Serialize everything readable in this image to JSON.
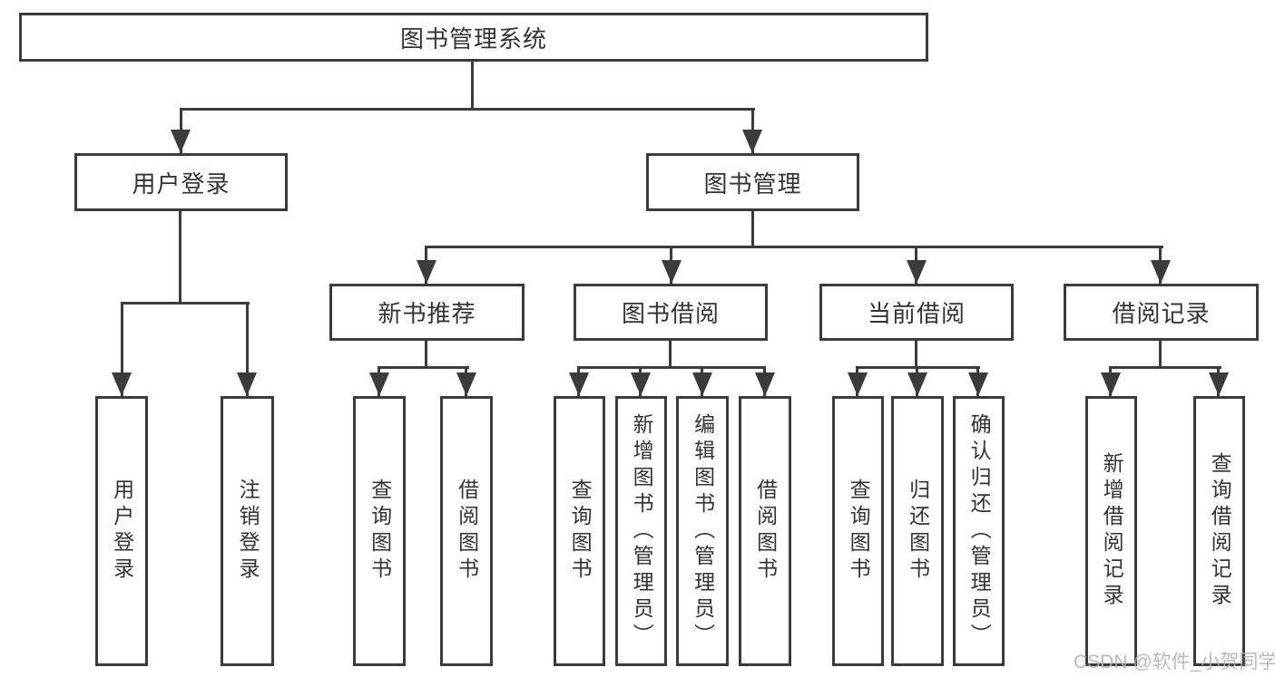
{
  "tree": {
    "root": {
      "label": "图书管理系统"
    },
    "user_login": {
      "label": "用户登录",
      "children": [
        {
          "label": "用户登录"
        },
        {
          "label": "注销登录"
        }
      ]
    },
    "book_mgmt": {
      "label": "图书管理",
      "children": [
        {
          "label": "新书推荐",
          "children": [
            {
              "label": "查询图书"
            },
            {
              "label": "借阅图书"
            }
          ]
        },
        {
          "label": "图书借阅",
          "children": [
            {
              "label": "查询图书"
            },
            {
              "label": "新增图书（管理员）"
            },
            {
              "label": "编辑图书（管理员）"
            },
            {
              "label": "借阅图书"
            }
          ]
        },
        {
          "label": "当前借阅",
          "children": [
            {
              "label": "查询图书"
            },
            {
              "label": "归还图书"
            },
            {
              "label": "确认归还（管理员）"
            }
          ]
        },
        {
          "label": "借阅记录",
          "children": [
            {
              "label": "新增借阅记录"
            },
            {
              "label": "查询借阅记录"
            }
          ]
        }
      ]
    }
  },
  "watermark": "CSDN @软件_小贺同学",
  "colors": {
    "line": "#3b3b3b",
    "text": "#333333",
    "watermark": "#b2b2b2",
    "background": "#ffffff"
  }
}
